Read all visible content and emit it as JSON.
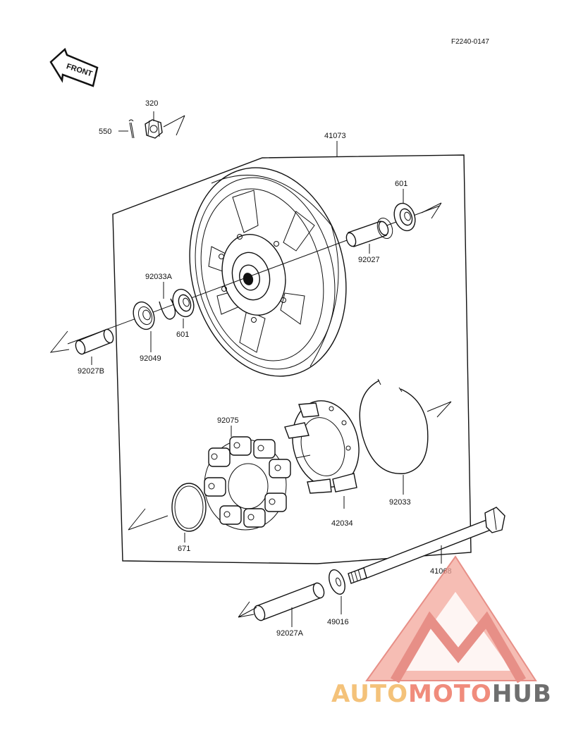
{
  "diagram_code": "F2240-0147",
  "front_label": "FRONT",
  "watermark": {
    "auto": "AUTO",
    "moto": "MOTO",
    "hub": "HUB"
  },
  "colors": {
    "auto": "#f4c27a",
    "moto": "#f08c7c",
    "hub": "#6e6e6e",
    "logo_fill": "#f4a79c",
    "logo_stroke": "#e06a5f"
  },
  "labels": {
    "p320": "320",
    "p550": "550",
    "p41073": "41073",
    "p601_top": "601",
    "p92027": "92027",
    "p92033A": "92033A",
    "p601_left": "601",
    "p92049": "92049",
    "p92027B": "92027B",
    "p92075": "92075",
    "p92033": "92033",
    "p42034": "42034",
    "p671": "671",
    "p41068": "41068",
    "p49016": "49016",
    "p92027A": "92027A"
  }
}
